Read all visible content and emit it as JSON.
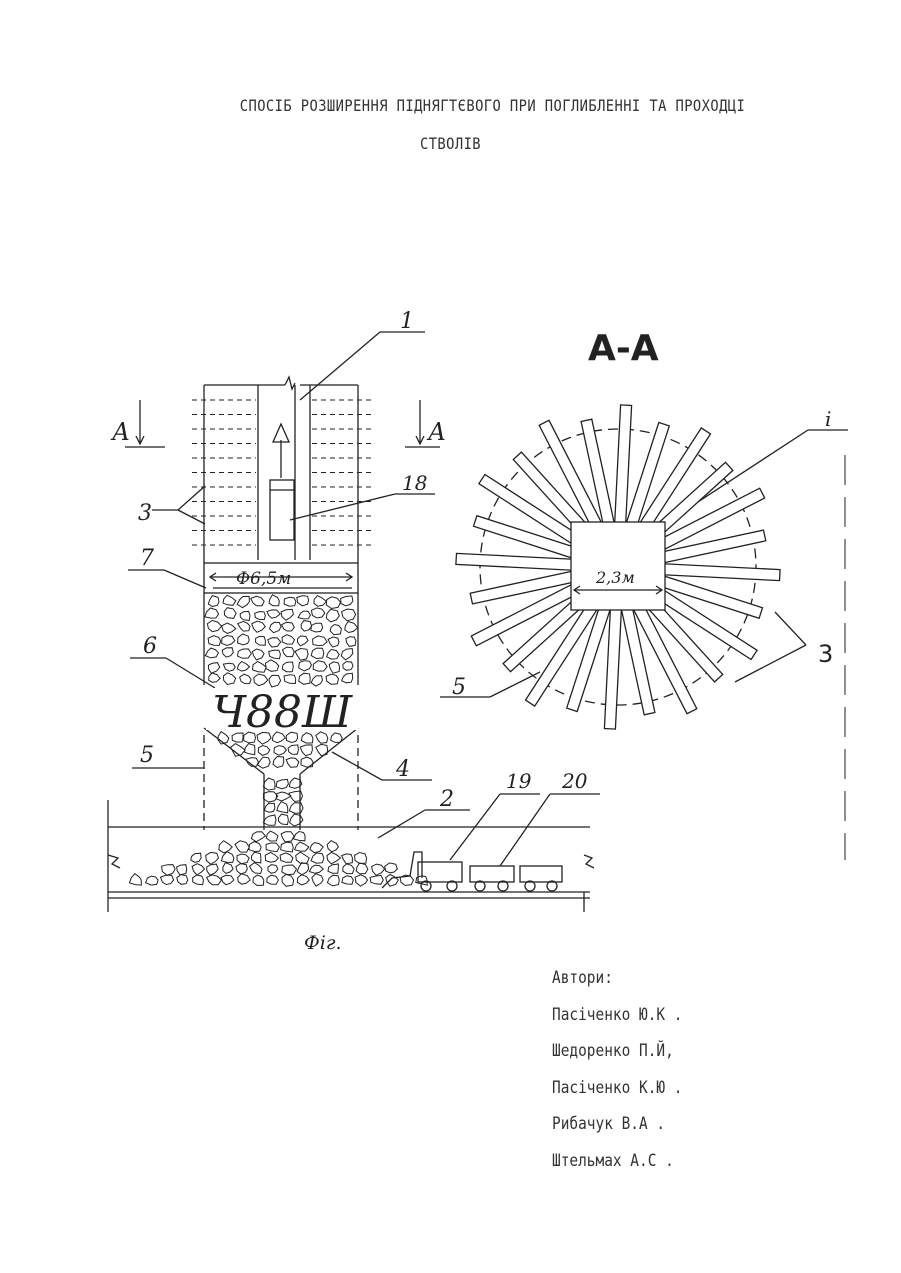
{
  "document": {
    "title_line1": "СПОСІБ РОЗШИРЕННЯ ПІДНЯГТЄВОГО ПРИ ПОГЛИБЛЕННІ ТА ПРОХОДЦІ",
    "title_line2": "СТВОЛІВ"
  },
  "figure": {
    "caption": "Фіг.",
    "section_label": "А-А",
    "section_mark_left": "А",
    "section_mark_right": "А",
    "stamp": "Ч88Ш",
    "diameter_label": "Ф6,5м",
    "width_label": "2,3м",
    "callouts": {
      "c1": "1",
      "c2": "2",
      "c3_left": "3",
      "c3_right": "3",
      "c4": "4",
      "c5_left": "5",
      "c5_right": "5",
      "c6": "6",
      "c7": "7",
      "c18": "18",
      "c19": "19",
      "c20": "20",
      "ci": "i"
    }
  },
  "authors": {
    "heading": "Автори:",
    "list": [
      "Пасіченко Ю.К .",
      "Шедоренко П.Й,",
      "Пасіченко К.Ю .",
      "Рибачук В.А .",
      "Штельмах А.С ."
    ]
  }
}
